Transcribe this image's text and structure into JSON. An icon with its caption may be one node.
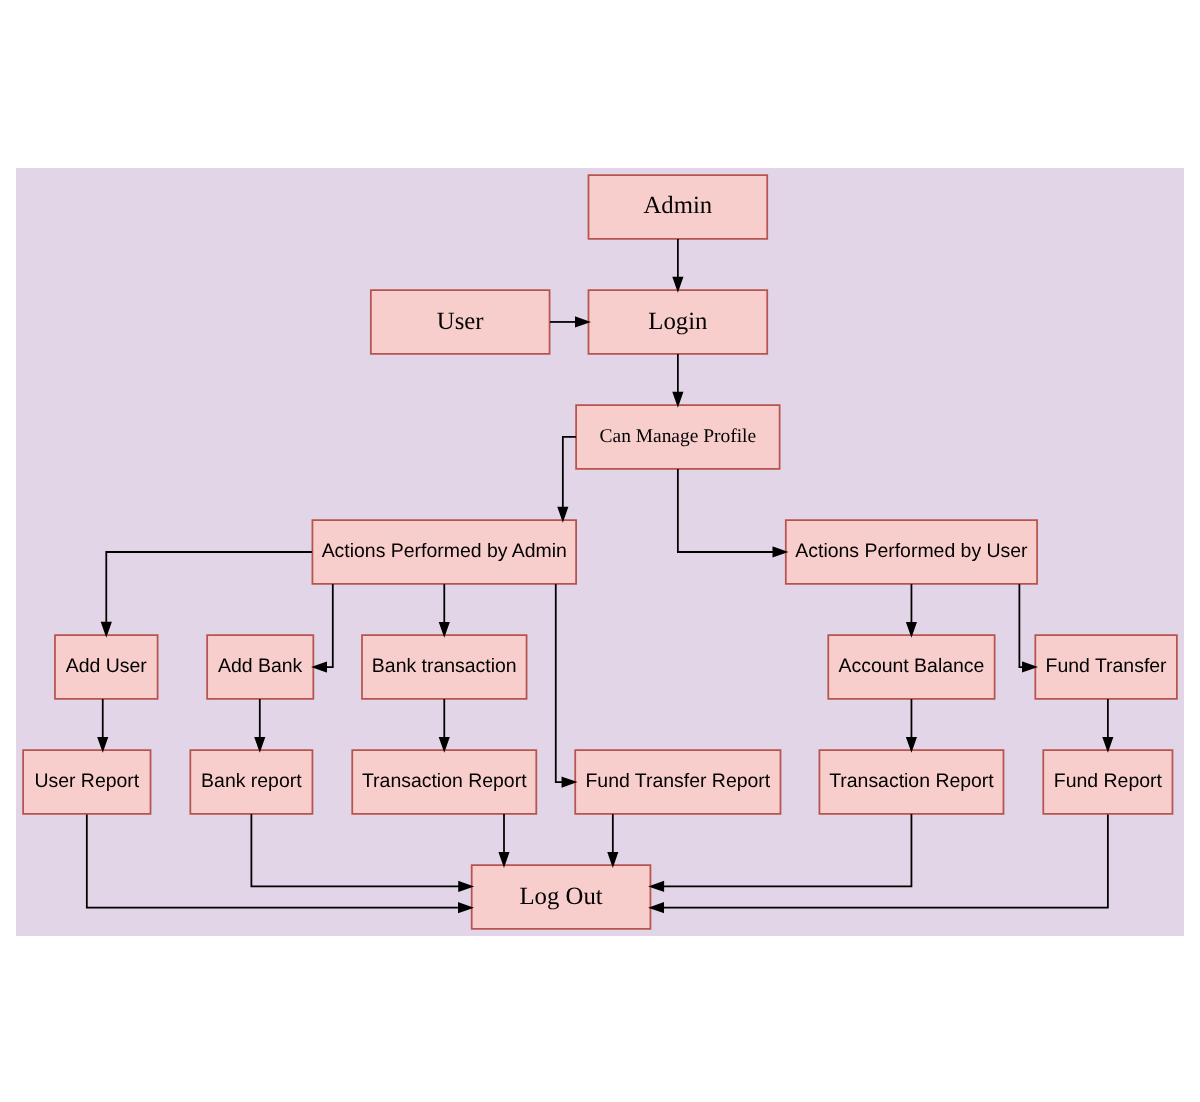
{
  "diagram": {
    "nodes": [
      {
        "text": [
          "Admin"
        ]
      },
      {
        "text": [
          "Login"
        ]
      },
      {
        "text": [
          "User"
        ]
      },
      {
        "text": [
          "Can Manage Profile"
        ]
      },
      {
        "text": [
          "Actions Performed by Admin"
        ]
      },
      {
        "text": [
          "Actions Performed by User"
        ]
      },
      {
        "text": [
          "Add User"
        ]
      },
      {
        "text": [
          "Add Bank"
        ]
      },
      {
        "text": [
          "Bank transaction"
        ]
      },
      {
        "text": [
          "Fund Transfer Report"
        ]
      },
      {
        "text": [
          "Account Balance"
        ]
      },
      {
        "text": [
          "Fund Transfer"
        ]
      },
      {
        "text": [
          "User Report"
        ]
      },
      {
        "text": [
          "Bank report"
        ]
      },
      {
        "text": [
          "Transaction Report"
        ]
      },
      {
        "text": [
          "Transaction Report"
        ]
      },
      {
        "text": [
          "Fund Report"
        ]
      },
      {
        "text": [
          "Log Out"
        ]
      }
    ],
    "edges": [
      {
        "from": 0,
        "to": 1,
        "arrow": "to"
      },
      {
        "from": 2,
        "to": 1,
        "arrow": "to"
      },
      {
        "from": 1,
        "to": 3,
        "arrow": "to"
      },
      {
        "from": 3,
        "to": 4,
        "arrow": "to"
      },
      {
        "from": 3,
        "to": 5,
        "arrow": "to"
      },
      {
        "from": 4,
        "to": 6,
        "arrow": "to"
      },
      {
        "from": 4,
        "to": 7,
        "arrow": "to"
      },
      {
        "from": 4,
        "to": 8,
        "arrow": "to"
      },
      {
        "from": 4,
        "to": 9,
        "arrow": "to"
      },
      {
        "from": 5,
        "to": 10,
        "arrow": "to"
      },
      {
        "from": 5,
        "to": 11,
        "arrow": "to"
      },
      {
        "from": 6,
        "to": 12,
        "arrow": "to"
      },
      {
        "from": 7,
        "to": 13,
        "arrow": "to"
      },
      {
        "from": 8,
        "to": 14,
        "arrow": "to"
      },
      {
        "from": 10,
        "to": 15,
        "arrow": "to"
      },
      {
        "from": 11,
        "to": 16,
        "arrow": "to"
      },
      {
        "from": 12,
        "to": 17,
        "arrow": "to"
      },
      {
        "from": 13,
        "to": 17,
        "arrow": "to"
      },
      {
        "from": 14,
        "to": 17,
        "arrow": "to"
      },
      {
        "from": 9,
        "to": 17,
        "arrow": "to"
      },
      {
        "from": 15,
        "to": 17,
        "arrow": "to"
      },
      {
        "from": 16,
        "to": 17,
        "arrow": "to"
      }
    ]
  }
}
